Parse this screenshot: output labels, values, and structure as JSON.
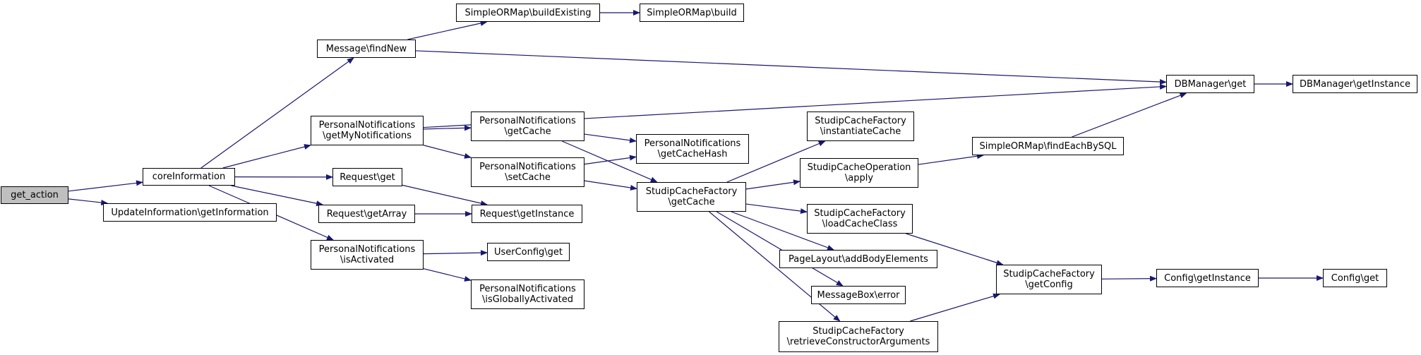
{
  "graph": {
    "edge_color": "#191970",
    "root_fill": "#bfbfbf",
    "nodes": {
      "get_action": "get_action",
      "coreInformation": "coreInformation",
      "updateInformation_getInformation": "UpdateInformation\\getInformation",
      "message_findNew": "Message\\findNew",
      "personalNotifications_getMyNotifications": "PersonalNotifications\n\\getMyNotifications",
      "request_get": "Request\\get",
      "request_getArray": "Request\\getArray",
      "personalNotifications_isActivated": "PersonalNotifications\n\\isActivated",
      "simpleORMap_buildExisting": "SimpleORMap\\buildExisting",
      "simpleORMap_build": "SimpleORMap\\build",
      "dbManager_get": "DBManager\\get",
      "dbManager_getInstance": "DBManager\\getInstance",
      "personalNotifications_getCache": "PersonalNotifications\n\\getCache",
      "personalNotifications_setCache": "PersonalNotifications\n\\setCache",
      "personalNotifications_getCacheHash": "PersonalNotifications\n\\getCacheHash",
      "request_getInstance": "Request\\getInstance",
      "userConfig_get": "UserConfig\\get",
      "personalNotifications_isGloballyActivated": "PersonalNotifications\n\\isGloballyActivated",
      "studipCacheFactory_getCache": "StudipCacheFactory\n\\getCache",
      "studipCacheFactory_instantiateCache": "StudipCacheFactory\n\\instantiateCache",
      "studipCacheOperation_apply": "StudipCacheOperation\n\\apply",
      "studipCacheFactory_loadCacheClass": "StudipCacheFactory\n\\loadCacheClass",
      "pageLayout_addBodyElements": "PageLayout\\addBodyElements",
      "messageBox_error": "MessageBox\\error",
      "studipCacheFactory_retrieveConstructorArguments": "StudipCacheFactory\n\\retrieveConstructorArguments",
      "simpleORMap_findEachBySQL": "SimpleORMap\\findEachBySQL",
      "studipCacheFactory_getConfig": "StudipCacheFactory\n\\getConfig",
      "config_getInstance": "Config\\getInstance",
      "config_get": "Config\\get"
    },
    "edges": [
      [
        "get_action",
        "coreInformation"
      ],
      [
        "get_action",
        "updateInformation_getInformation"
      ],
      [
        "coreInformation",
        "message_findNew"
      ],
      [
        "coreInformation",
        "personalNotifications_getMyNotifications"
      ],
      [
        "coreInformation",
        "request_get"
      ],
      [
        "coreInformation",
        "request_getArray"
      ],
      [
        "coreInformation",
        "personalNotifications_isActivated"
      ],
      [
        "message_findNew",
        "simpleORMap_buildExisting"
      ],
      [
        "message_findNew",
        "dbManager_get"
      ],
      [
        "simpleORMap_buildExisting",
        "simpleORMap_build"
      ],
      [
        "dbManager_get",
        "dbManager_getInstance"
      ],
      [
        "personalNotifications_getMyNotifications",
        "dbManager_get"
      ],
      [
        "personalNotifications_getMyNotifications",
        "personalNotifications_getCache"
      ],
      [
        "personalNotifications_getMyNotifications",
        "personalNotifications_setCache"
      ],
      [
        "personalNotifications_getCache",
        "personalNotifications_getCacheHash"
      ],
      [
        "personalNotifications_getCache",
        "studipCacheFactory_getCache"
      ],
      [
        "personalNotifications_setCache",
        "personalNotifications_getCacheHash"
      ],
      [
        "personalNotifications_setCache",
        "studipCacheFactory_getCache"
      ],
      [
        "request_get",
        "request_getInstance"
      ],
      [
        "request_getArray",
        "request_getInstance"
      ],
      [
        "personalNotifications_isActivated",
        "userConfig_get"
      ],
      [
        "personalNotifications_isActivated",
        "personalNotifications_isGloballyActivated"
      ],
      [
        "studipCacheFactory_getCache",
        "studipCacheFactory_instantiateCache"
      ],
      [
        "studipCacheFactory_getCache",
        "studipCacheOperation_apply"
      ],
      [
        "studipCacheFactory_getCache",
        "studipCacheFactory_loadCacheClass"
      ],
      [
        "studipCacheFactory_getCache",
        "pageLayout_addBodyElements"
      ],
      [
        "studipCacheFactory_getCache",
        "messageBox_error"
      ],
      [
        "studipCacheFactory_getCache",
        "studipCacheFactory_retrieveConstructorArguments"
      ],
      [
        "studipCacheOperation_apply",
        "simpleORMap_findEachBySQL"
      ],
      [
        "simpleORMap_findEachBySQL",
        "dbManager_get"
      ],
      [
        "studipCacheFactory_loadCacheClass",
        "studipCacheFactory_getConfig"
      ],
      [
        "studipCacheFactory_retrieveConstructorArguments",
        "studipCacheFactory_getConfig"
      ],
      [
        "studipCacheFactory_getConfig",
        "config_getInstance"
      ],
      [
        "config_getInstance",
        "config_get"
      ]
    ]
  }
}
